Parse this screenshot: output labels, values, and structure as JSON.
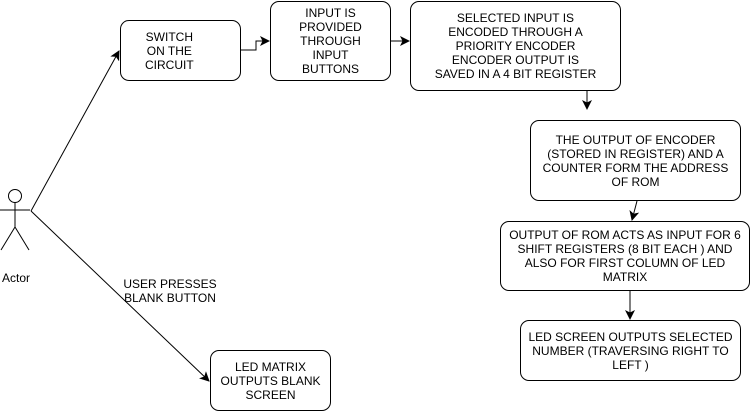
{
  "actor": {
    "label": "Actor"
  },
  "nodes": {
    "switch_on": "SWITCH\nON THE\nCIRCUIT",
    "input_buttons": "INPUT IS\nPROVIDED\nTHROUGH\nINPUT\nBUTTONS",
    "priority_encoder": "SELECTED INPUT IS\nENCODED THROUGH A\nPRIORITY ENCODER\nENCODER OUTPUT IS\nSAVED IN A 4 BIT REGISTER",
    "rom_address": "THE OUTPUT OF ENCODER\n(STORED IN REGISTER) AND A\nCOUNTER FORM THE ADDRESS\nOF ROM",
    "rom_output": "OUTPUT OF ROM ACTS AS INPUT FOR 6\nSHIFT REGISTERS (8 BIT EACH ) AND\nALSO FOR FIRST COLUMN OF LED\nMATRIX",
    "led_screen": "LED SCREEN OUTPUTS SELECTED\nNUMBER (TRAVERSING RIGHT TO\nLEFT )",
    "led_blank": "LED MATRIX\nOUTPUTS BLANK\nSCREEN"
  },
  "edges": {
    "blank_button_label": "USER PRESSES\nBLANK BUTTON"
  }
}
